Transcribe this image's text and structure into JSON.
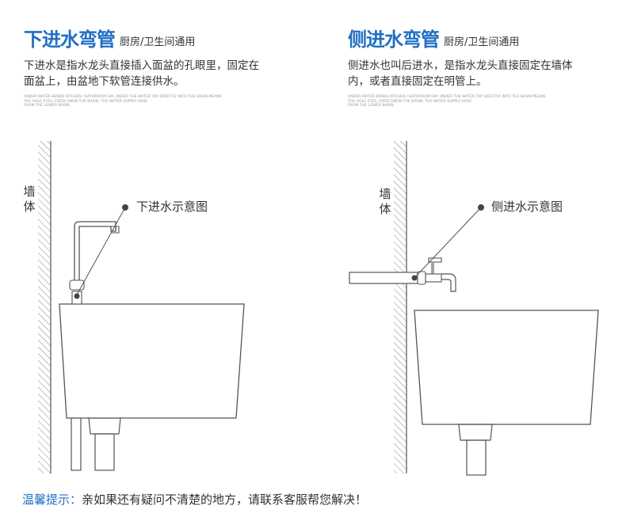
{
  "left": {
    "title": "下进水弯管",
    "subtitle": "厨房/卫生间通用",
    "desc_line1": "下进水是指水龙头直接插入面盆的孔眼里，固定在",
    "desc_line2": "面盆上，由盆地下软管连接供水。",
    "en_line1": "UNDER WATER BENDS KITCHEN / BATHROOM GM, UNDER THE WATER TAP DIRECTLY INTO THE BASIN MEANS",
    "en_line2": "THE HOLE EYES, FIXED ONON THE BASIN, THE WATER SUPPLY HOSE",
    "en_line3": "FROM THE LOWER BASIN.",
    "wall_label_1": "墙",
    "wall_label_2": "体",
    "callout": "下进水示意图"
  },
  "right": {
    "title": "侧进水弯管",
    "subtitle": "厨房/卫生间通用",
    "desc_line1": "侧进水也叫后进水，是指水龙头直接固定在墙体",
    "desc_line2": "内，或者直接固定在明管上。",
    "en_line1": "UNDER WATER BENDS KITCHEN / BATHROOM GM, UNDER THE WATER TAP DIRECTLY INTO THE BASIN MEANS",
    "en_line2": "THE HOLE EYES, FIXED ONON THE BASIN, THE WATER SUPPLY HOSE",
    "en_line3": "FROM THE LOWER BASIN.",
    "wall_label_1": "墙",
    "wall_label_2": "体",
    "callout": "侧进水示意图"
  },
  "tip": {
    "label": "温馨提示：",
    "text": "亲如果还有疑问不清楚的地方，请联系客服帮您解决！"
  },
  "colors": {
    "title_blue": "#1f6fc4",
    "line": "#555555",
    "dot": "#444444"
  },
  "icons": {
    "left_diagram": "under-inlet-faucet-diagram",
    "right_diagram": "side-inlet-faucet-diagram"
  }
}
